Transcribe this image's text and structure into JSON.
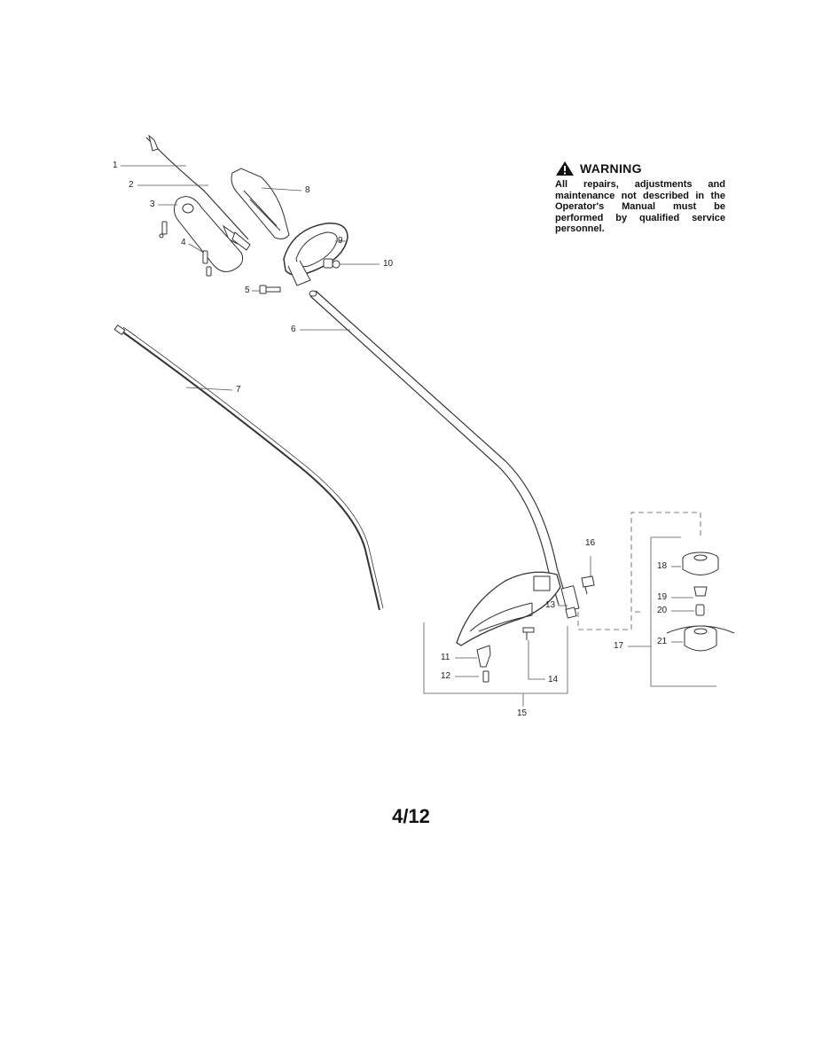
{
  "warning": {
    "icon": "warning-triangle-icon",
    "title": "WARNING",
    "body": "All repairs, adjustments and maintenance not described in the Operator's Manual must be performed by qualified service personnel."
  },
  "callouts": [
    "1",
    "2",
    "3",
    "4",
    "5",
    "6",
    "7",
    "8",
    "9",
    "10",
    "11",
    "12",
    "13",
    "14",
    "15",
    "16",
    "17",
    "18",
    "19",
    "20",
    "21"
  ],
  "page_number": "4/12",
  "colors": {
    "line": "#333333",
    "fill": "#ffffff",
    "text": "#111111"
  }
}
